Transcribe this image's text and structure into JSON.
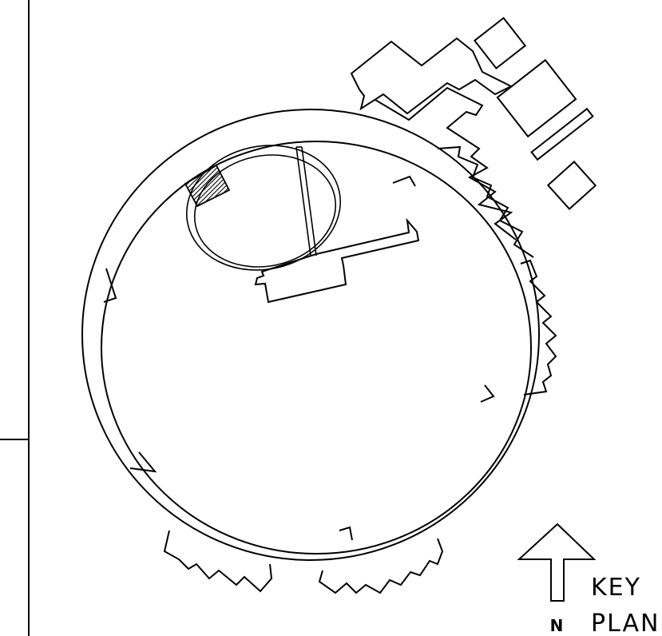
{
  "key_plan": {
    "label_line1": "KEY",
    "label_line2": "PLAN",
    "north_letter": "N"
  },
  "colors": {
    "background": "#ffffff",
    "linework": "#000000"
  }
}
